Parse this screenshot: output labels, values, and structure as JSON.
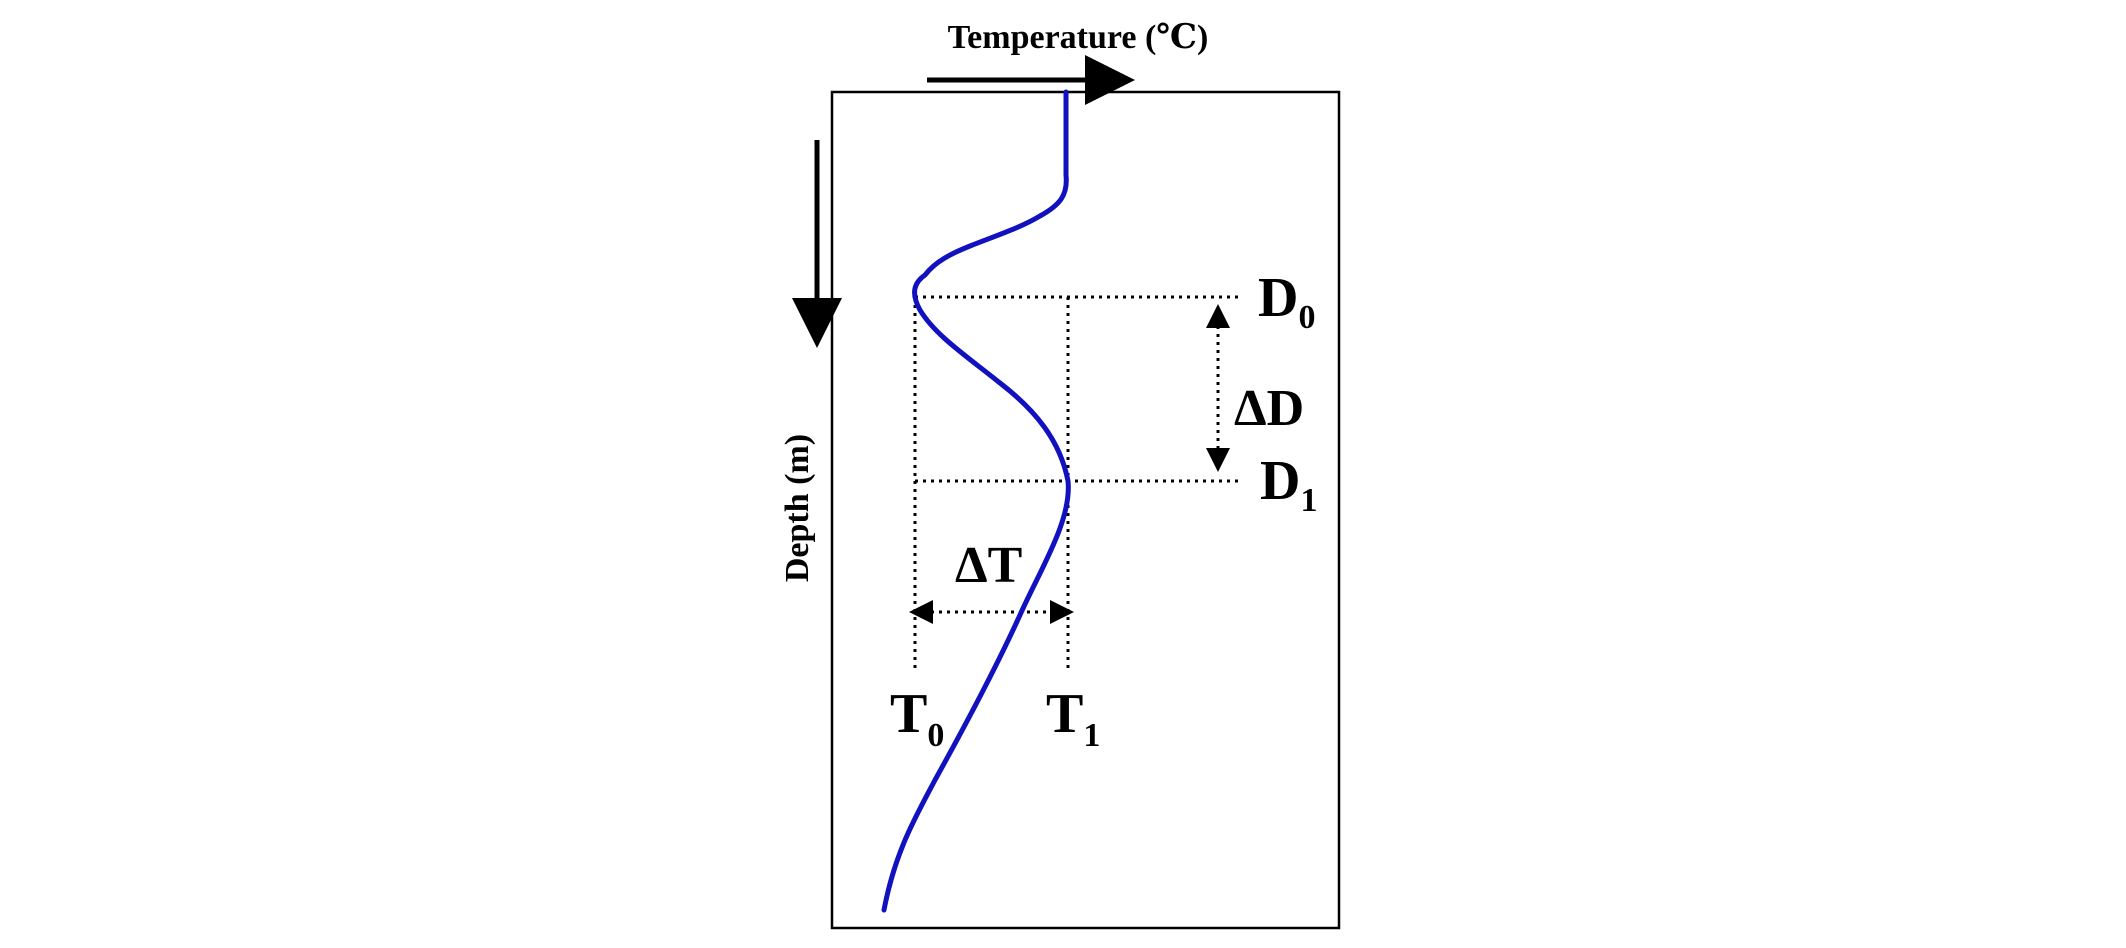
{
  "diagram": {
    "x_axis_label": "Temperature (℃)",
    "y_axis_label": "Depth (m)",
    "labels": {
      "d0_main": "D",
      "d0_sub": "0",
      "d1_main": "D",
      "d1_sub": "1",
      "delta_d": "ΔD",
      "delta_t": "ΔT",
      "t0_main": "T",
      "t0_sub": "0",
      "t1_main": "T",
      "t1_sub": "1"
    },
    "colors": {
      "profile": "#1111c0",
      "frame": "#000000",
      "guides": "#000000"
    }
  }
}
